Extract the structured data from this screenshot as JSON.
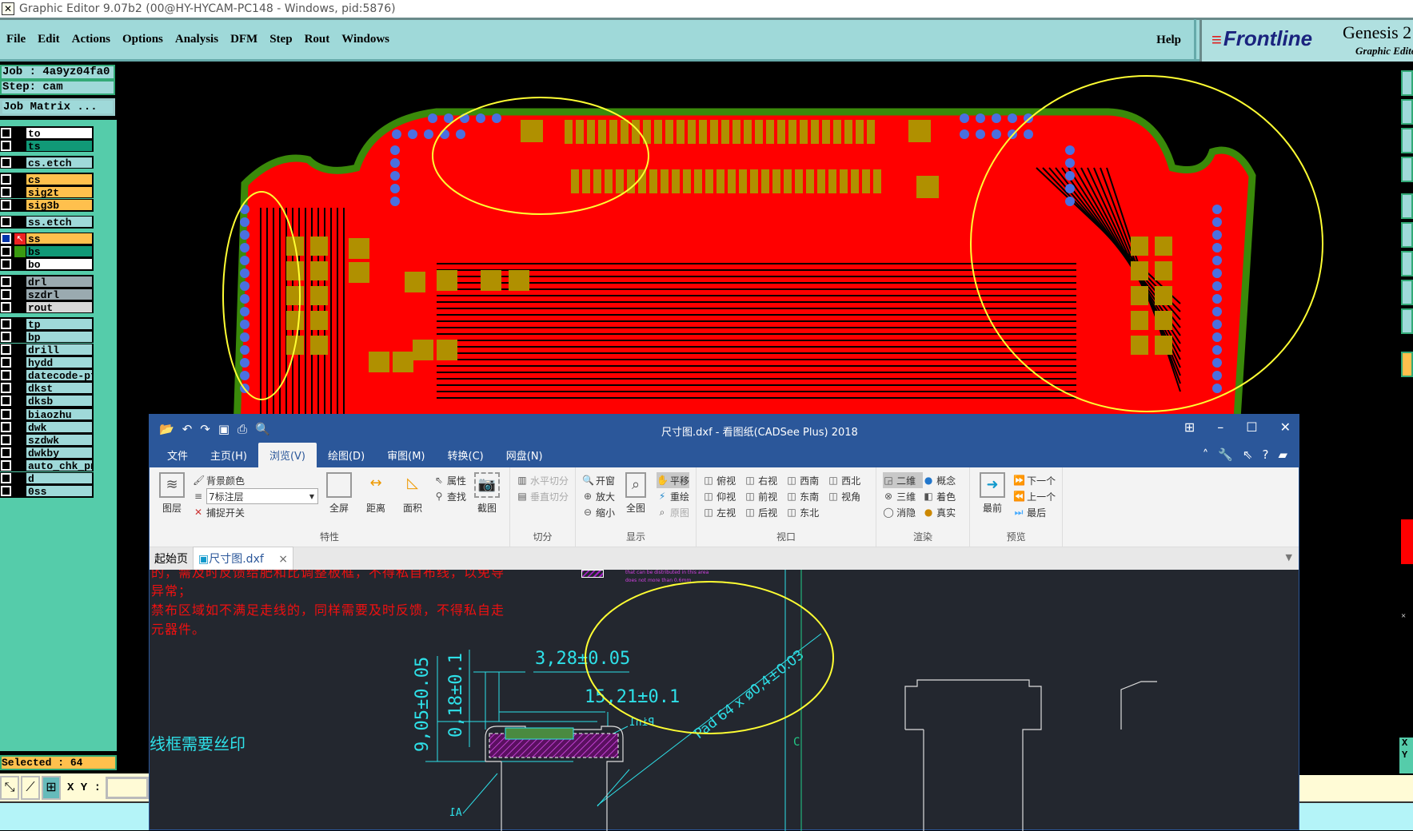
{
  "window": {
    "title": "Graphic Editor 9.07b2 (00@HY-HYCAM-PC148 - Windows, pid:5876)"
  },
  "menu": {
    "items": [
      "File",
      "Edit",
      "Actions",
      "Options",
      "Analysis",
      "DFM",
      "Step",
      "Rout",
      "Windows"
    ],
    "help": "Help"
  },
  "brand": {
    "logo": "Frontline",
    "product": "Genesis 2",
    "subtitle": "Graphic Editor"
  },
  "job": {
    "job_label": "Job : 4a9yz04fa0",
    "step_label": "Step: cam",
    "matrix_button": "Job Matrix ..."
  },
  "layers": [
    {
      "name": "to",
      "color": "#ffffff"
    },
    {
      "name": "ts",
      "color": "#119977"
    },
    {
      "name": "cs.etch",
      "color": "#9fd9d9"
    },
    {
      "name": "cs",
      "color": "#ffc04d"
    },
    {
      "name": "sig2t",
      "color": "#ffc04d"
    },
    {
      "name": "sig3b",
      "color": "#ffc04d"
    },
    {
      "name": "ss.etch",
      "color": "#9fd9d9"
    },
    {
      "name": "ss",
      "color": "#ffc04d"
    },
    {
      "name": "bs",
      "color": "#119977"
    },
    {
      "name": "bo",
      "color": "#ffffff"
    },
    {
      "name": "drl",
      "color": "#9aaab0"
    },
    {
      "name": "szdrl",
      "color": "#9aaab0"
    },
    {
      "name": "rout",
      "color": "#d8d8d8"
    },
    {
      "name": "tp",
      "color": "#9fd9d9"
    },
    {
      "name": "bp",
      "color": "#9fd9d9"
    },
    {
      "name": "drill",
      "color": "#9fd9d9"
    },
    {
      "name": "hydd",
      "color": "#9fd9d9"
    },
    {
      "name": "datecode-pt",
      "color": "#9fd9d9"
    },
    {
      "name": "dkst",
      "color": "#9fd9d9"
    },
    {
      "name": "dksb",
      "color": "#9fd9d9"
    },
    {
      "name": "biaozhu",
      "color": "#9fd9d9"
    },
    {
      "name": "dwk",
      "color": "#9fd9d9"
    },
    {
      "name": "szdwk",
      "color": "#9fd9d9"
    },
    {
      "name": "dwkby",
      "color": "#9fd9d9"
    },
    {
      "name": "auto_chk_pnl",
      "color": "#9fd9d9"
    },
    {
      "name": "d",
      "color": "#9fd9d9"
    },
    {
      "name": "0ss",
      "color": "#9fd9d9"
    }
  ],
  "status": {
    "selected": "Selected : 64",
    "xy_label": "X Y :",
    "xy_value": "",
    "right_x": "X",
    "right_y": "Y"
  },
  "colors": {
    "board_fill": "#ff0000",
    "board_outline": "#3a8a0a",
    "pad_blue": "#4a70e0",
    "pad_gold": "#b09000",
    "highlight": "#ffff33"
  },
  "cadsee": {
    "title": "尺寸图.dxf - 看图纸(CADSee Plus) 2018",
    "tabs": [
      "文件",
      "主页(H)",
      "浏览(V)",
      "绘图(D)",
      "审图(M)",
      "转换(C)",
      "网盘(N)"
    ],
    "active_tab": "浏览(V)",
    "groups": {
      "props": {
        "label": "特性",
        "layer": "图层",
        "bg": "背景颜色",
        "layer_select": "7标注层",
        "snap": "捕捉开关",
        "full": "全屏",
        "dist": "距离",
        "area": "面积",
        "attr": "属性",
        "find": "查找",
        "shot": "截图"
      },
      "split": {
        "label": "切分",
        "h": "水平切分",
        "v": "垂直切分"
      },
      "display": {
        "label": "显示",
        "win": "开窗",
        "zin": "放大",
        "zout": "缩小",
        "all": "全图",
        "pan": "平移",
        "redraw": "重绘",
        "orig": "原图"
      },
      "view": {
        "label": "视口",
        "items": [
          "俯视",
          "右视",
          "西南",
          "西北",
          "仰视",
          "前视",
          "东南",
          "视角",
          "左视",
          "后视",
          "东北"
        ]
      },
      "render": {
        "label": "渲染",
        "items": [
          "二维",
          "概念",
          "三维",
          "着色",
          "消隐",
          "真实"
        ]
      },
      "preview": {
        "label": "预览",
        "first": "最前",
        "next": "下一个",
        "prev": "上一个",
        "last": "最后"
      }
    },
    "doc_tabs": [
      "起始页",
      "尺寸图.dxf"
    ],
    "drawing": {
      "red_lines": [
        "的，需及时反馈给肥和比调整板框，不得私自布线，以免导",
        "异常；",
        "禁布区域如不满足走线的，同样需要及时反馈，不得私自走",
        "元器件。"
      ],
      "note": "线框需要丝印",
      "magenta_1": "that can be distributed in this area",
      "magenta_2": "does not more than 0.6mm",
      "dim1": "3,28±0.05",
      "dim2": "15,21±0.1",
      "dim3": "9,05±0.05",
      "dim4": "0,18±0.1",
      "pad_note": "Pad 64 x ø0,4±0.03",
      "pin1": "Pin1",
      "a1": "A1",
      "c_label": "C"
    }
  }
}
